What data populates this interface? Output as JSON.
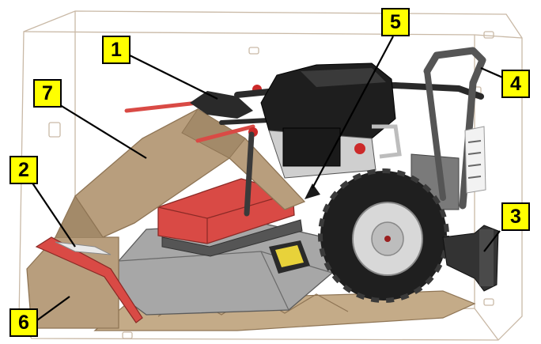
{
  "callouts": [
    {
      "id": "callout-1",
      "label": "1"
    },
    {
      "id": "callout-2",
      "label": "2"
    },
    {
      "id": "callout-3",
      "label": "3"
    },
    {
      "id": "callout-4",
      "label": "4"
    },
    {
      "id": "callout-5",
      "label": "5"
    },
    {
      "id": "callout-6",
      "label": "6"
    },
    {
      "id": "callout-7",
      "label": "7"
    }
  ],
  "colors": {
    "callout_fill": "#ffff00",
    "cardboard": "#b89e7d",
    "cardboard_dark": "#8f7555",
    "engine": "#1e1e1e",
    "mower_red": "#d94a45",
    "deck_grey": "#9a9a9a",
    "tire": "#2a2a2a",
    "rim": "#d8d8d8"
  }
}
